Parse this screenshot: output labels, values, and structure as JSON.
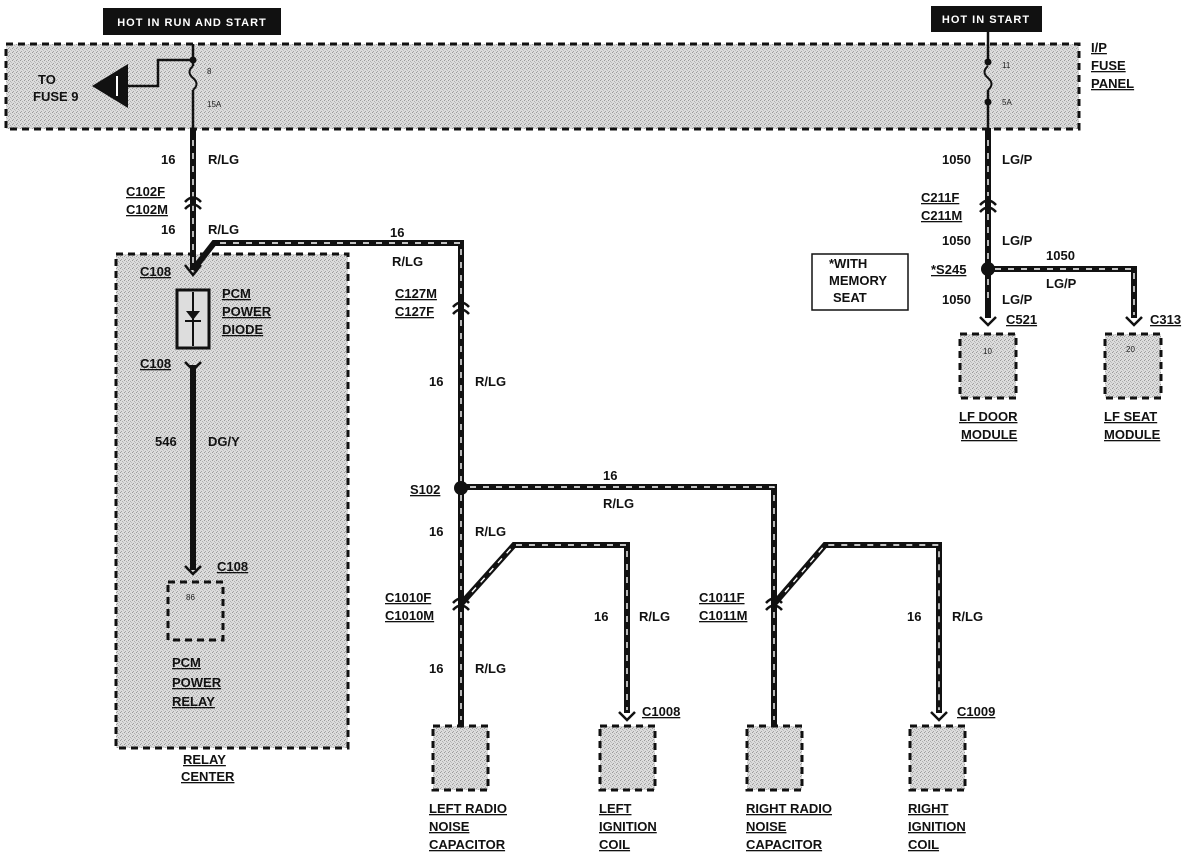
{
  "header_run_start": "HOT IN RUN AND START",
  "header_start": "HOT IN START",
  "fuse_panel": {
    "l1": "I/P",
    "l2": "FUSE",
    "l3": "PANEL"
  },
  "to_fuse": {
    "l1": "TO",
    "l2": "FUSE 9"
  },
  "fuse_left": {
    "num": "8",
    "amp": "15A"
  },
  "fuse_right": {
    "num": "11",
    "amp": "5A"
  },
  "memory_seat": {
    "l1": "*WITH",
    "l2": "MEMORY",
    "l3": "SEAT"
  },
  "relay_center": {
    "l1": "RELAY",
    "l2": "CENTER"
  },
  "pcm_diode": {
    "l1": "PCM",
    "l2": "POWER",
    "l3": "DIODE"
  },
  "pcm_relay": {
    "l1": "PCM",
    "l2": "POWER",
    "l3": "RELAY",
    "pin": "86"
  },
  "gauges": {
    "g16": "16",
    "g546": "546",
    "g1050": "1050"
  },
  "colors": {
    "rlg": "R/LG",
    "dgy": "DG/Y",
    "lgp": "LG/P"
  },
  "connectors": {
    "c102f": "C102F",
    "c102m": "C102M",
    "c108": "C108",
    "c127m": "C127M",
    "c127f": "C127F",
    "s102": "S102",
    "c1010f": "C1010F",
    "c1010m": "C1010M",
    "c1011f": "C1011F",
    "c1011m": "C1011M",
    "c1008": "C1008",
    "c1009": "C1009",
    "c211f": "C211F",
    "c211m": "C211M",
    "s245": "*S245",
    "c521": "C521",
    "c313": "C313"
  },
  "components": {
    "left_radio": {
      "l1": "LEFT RADIO",
      "l2": "NOISE",
      "l3": "CAPACITOR"
    },
    "left_coil": {
      "l1": "LEFT",
      "l2": "IGNITION",
      "l3": "COIL"
    },
    "right_radio": {
      "l1": "RIGHT RADIO",
      "l2": "NOISE",
      "l3": "CAPACITOR"
    },
    "right_coil": {
      "l1": "RIGHT",
      "l2": "IGNITION",
      "l3": "COIL"
    },
    "lf_door": {
      "l1": "LF DOOR",
      "l2": "MODULE",
      "pin": "10"
    },
    "lf_seat": {
      "l1": "LF SEAT",
      "l2": "MODULE",
      "pin": "20"
    }
  },
  "colors_hex": {
    "wire": "#111111",
    "header_bg": "#111111",
    "box_fill": "#d6d6d6"
  }
}
